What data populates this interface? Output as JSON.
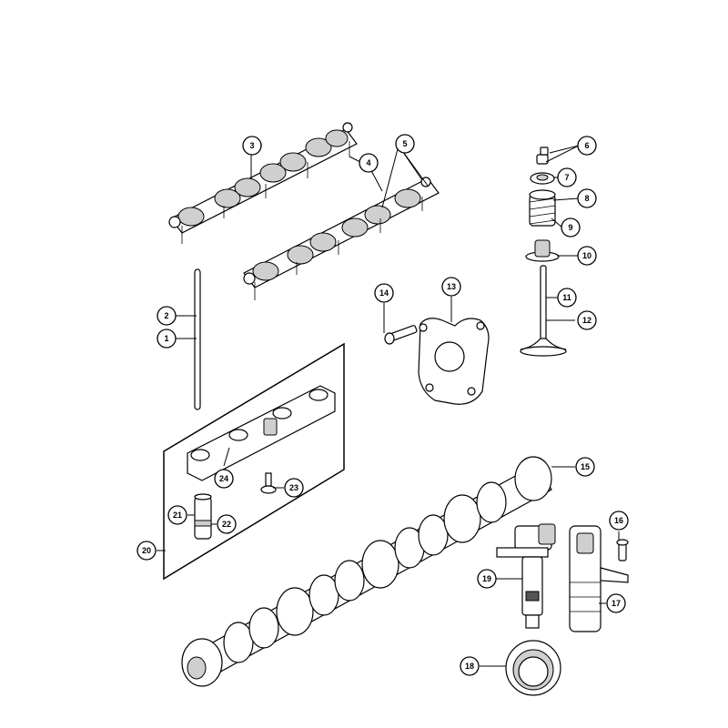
{
  "colors": {
    "line": "#000000",
    "fill": "#ffffff",
    "shade": "#cfcfcf"
  },
  "callouts": [
    {
      "label": "1"
    },
    {
      "label": "2"
    },
    {
      "label": "3"
    },
    {
      "label": "4"
    },
    {
      "label": "5"
    },
    {
      "label": "6"
    },
    {
      "label": "7"
    },
    {
      "label": "8"
    },
    {
      "label": "9"
    },
    {
      "label": "10"
    },
    {
      "label": "11"
    },
    {
      "label": "12"
    },
    {
      "label": "13"
    },
    {
      "label": "14"
    },
    {
      "label": "15"
    },
    {
      "label": "16"
    },
    {
      "label": "17"
    },
    {
      "label": "18"
    },
    {
      "label": "19"
    },
    {
      "label": "20"
    },
    {
      "label": "21"
    },
    {
      "label": "22"
    },
    {
      "label": "23"
    },
    {
      "label": "24"
    }
  ]
}
